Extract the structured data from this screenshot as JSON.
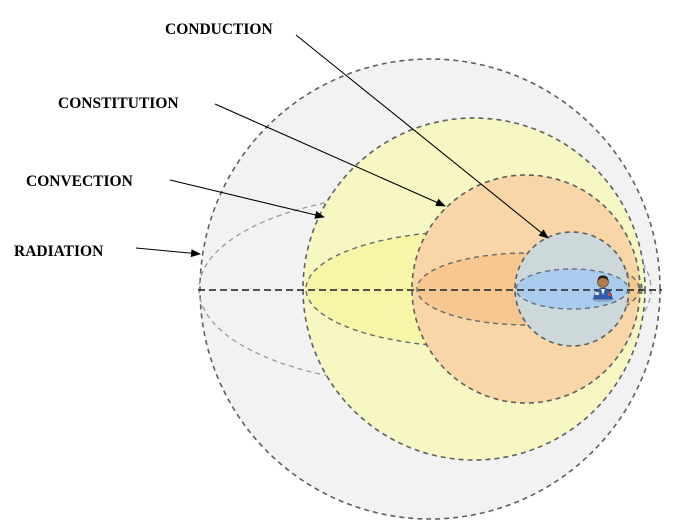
{
  "labels": {
    "conduction": "CONDUCTION",
    "constitution": "CONSTITUTION",
    "convection": "CONVECTION",
    "radiation": "RADIATION"
  },
  "colors": {
    "radiation_fill": "#f2f2f2",
    "convection_fill": "#f7f7c4",
    "constitution_fill": "#f8d6a8",
    "conduction_fill": "#ccd8d9",
    "core_ellipse_fill": "#a9cbed",
    "convection_inner_ellipse": "#f7f5a6",
    "constitution_inner_ellipse": "#f6c78f"
  },
  "icons": {
    "center": "person-icon"
  }
}
